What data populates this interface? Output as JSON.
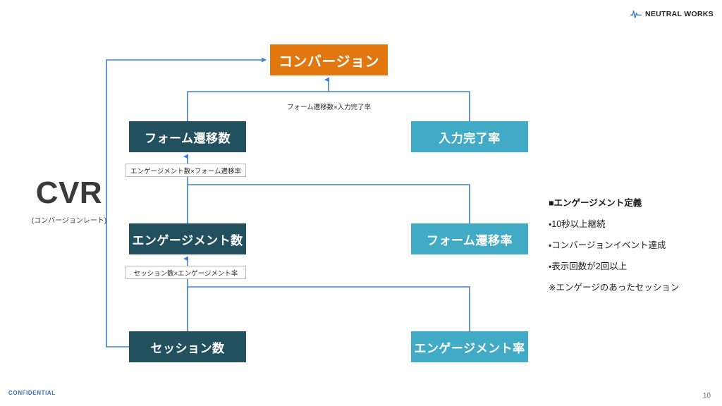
{
  "logo": {
    "text": "NEUTRAL WORKS",
    "icon": "pulse-waveform-icon",
    "color": "#3f7fd0"
  },
  "cvr": {
    "title": "CVR",
    "subtitle": "(コンバージョンレート)"
  },
  "nodes": {
    "conversion": {
      "label": "コンバージョン",
      "color": "#e2760f",
      "kind": "accent"
    },
    "form_count": {
      "label": "フォーム遷移数",
      "color": "#23505f",
      "kind": "dark"
    },
    "input_rate": {
      "label": "入力完了率",
      "color": "#41aac4",
      "kind": "light"
    },
    "engagement_count": {
      "label": "エンゲージメント数",
      "color": "#23505f",
      "kind": "dark"
    },
    "form_rate": {
      "label": "フォーム遷移率",
      "color": "#41aac4",
      "kind": "light"
    },
    "session_count": {
      "label": "セッション数",
      "color": "#23505f",
      "kind": "dark"
    },
    "engagement_rate": {
      "label": "エンゲージメント率",
      "color": "#41aac4",
      "kind": "light"
    }
  },
  "formulas": {
    "top": "フォーム遷移数×入力完了率",
    "middle": "エンゲージメント数×フォーム遷移率",
    "bottom": "セッション数×エンゲージメント率"
  },
  "definition": {
    "heading": "■エンゲージメント定義",
    "items": [
      "・10秒以上継続",
      "・コンバージョンイベント達成",
      "・表示回数が2回以上",
      "※エンゲージのあったセッション"
    ]
  },
  "footer": {
    "confidential": "CONFIDENTIAL",
    "page_number": "10"
  },
  "connector_color": "#3f7fd0"
}
